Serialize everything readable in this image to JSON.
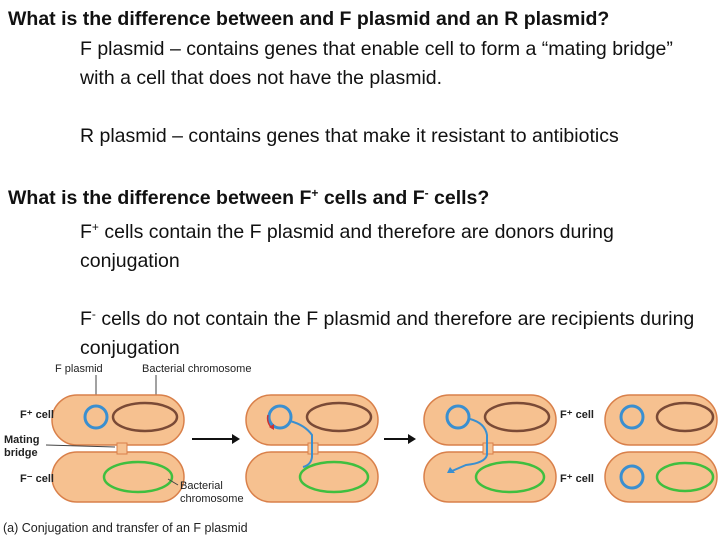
{
  "q1": {
    "title": "What is the difference between and F plasmid and an R plasmid?",
    "answer_f": "F plasmid – contains genes that  enable cell to form a “mating bridge” with a cell that does not have the plasmid.",
    "answer_r": "R plasmid – contains genes that make it resistant to antibiotics"
  },
  "q2": {
    "title_pre": "What is the difference between F",
    "title_sup1": "+",
    "title_mid": " cells and F",
    "title_sup2": "-",
    "title_post": " cells?",
    "a1_f": "F",
    "a1_sup": "+",
    "a1_text": " cells contain the F plasmid and therefore are donors during conjugation",
    "a2_f": "F",
    "a2_sup": "-",
    "a2_text": " cells do not contain the F plasmid and therefore are recipients during conjugation"
  },
  "figure": {
    "f_plasmid": "F plasmid",
    "bacterial_chromosome": "Bacterial chromosome",
    "f_plus_cell": "F⁺ cell",
    "f_minus_cell": "F⁻ cell",
    "mating_bridge_1": "Mating",
    "mating_bridge_2": "bridge",
    "bact_chrom_1": "Bacterial",
    "bact_chrom_2": "chromosome",
    "caption": "(a) Conjugation and transfer of an F plasmid",
    "colors": {
      "cell_fill": "#f6c190",
      "cell_edge": "#d9804a",
      "plasmid": "#3a8fd0",
      "chromosome_donor": "#7a4a36",
      "chromosome_recipient": "#3fbf3f"
    }
  }
}
